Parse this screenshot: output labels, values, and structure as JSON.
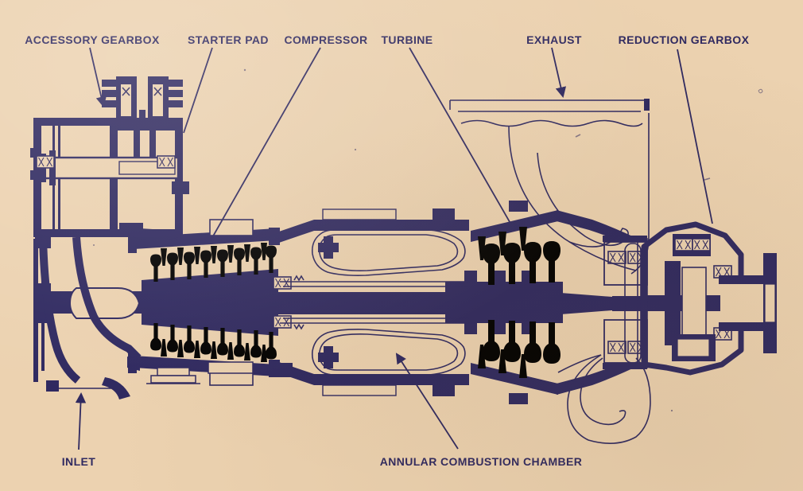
{
  "page": {
    "background_color": "#ecd2b0",
    "ink_color": "#2f2960",
    "description_type": "engine cutaway line diagram"
  },
  "diagram": {
    "labels": {
      "accessory_gearbox": "ACCESSORY GEARBOX",
      "starter_pad": "STARTER PAD",
      "compressor": "COMPRESSOR",
      "turbine": "TURBINE",
      "exhaust": "EXHAUST",
      "reduction_gearbox": "REDUCTION GEARBOX",
      "inlet": "INLET",
      "annular_combustion_chamber": "ANNULAR COMBUSTION CHAMBER"
    }
  }
}
